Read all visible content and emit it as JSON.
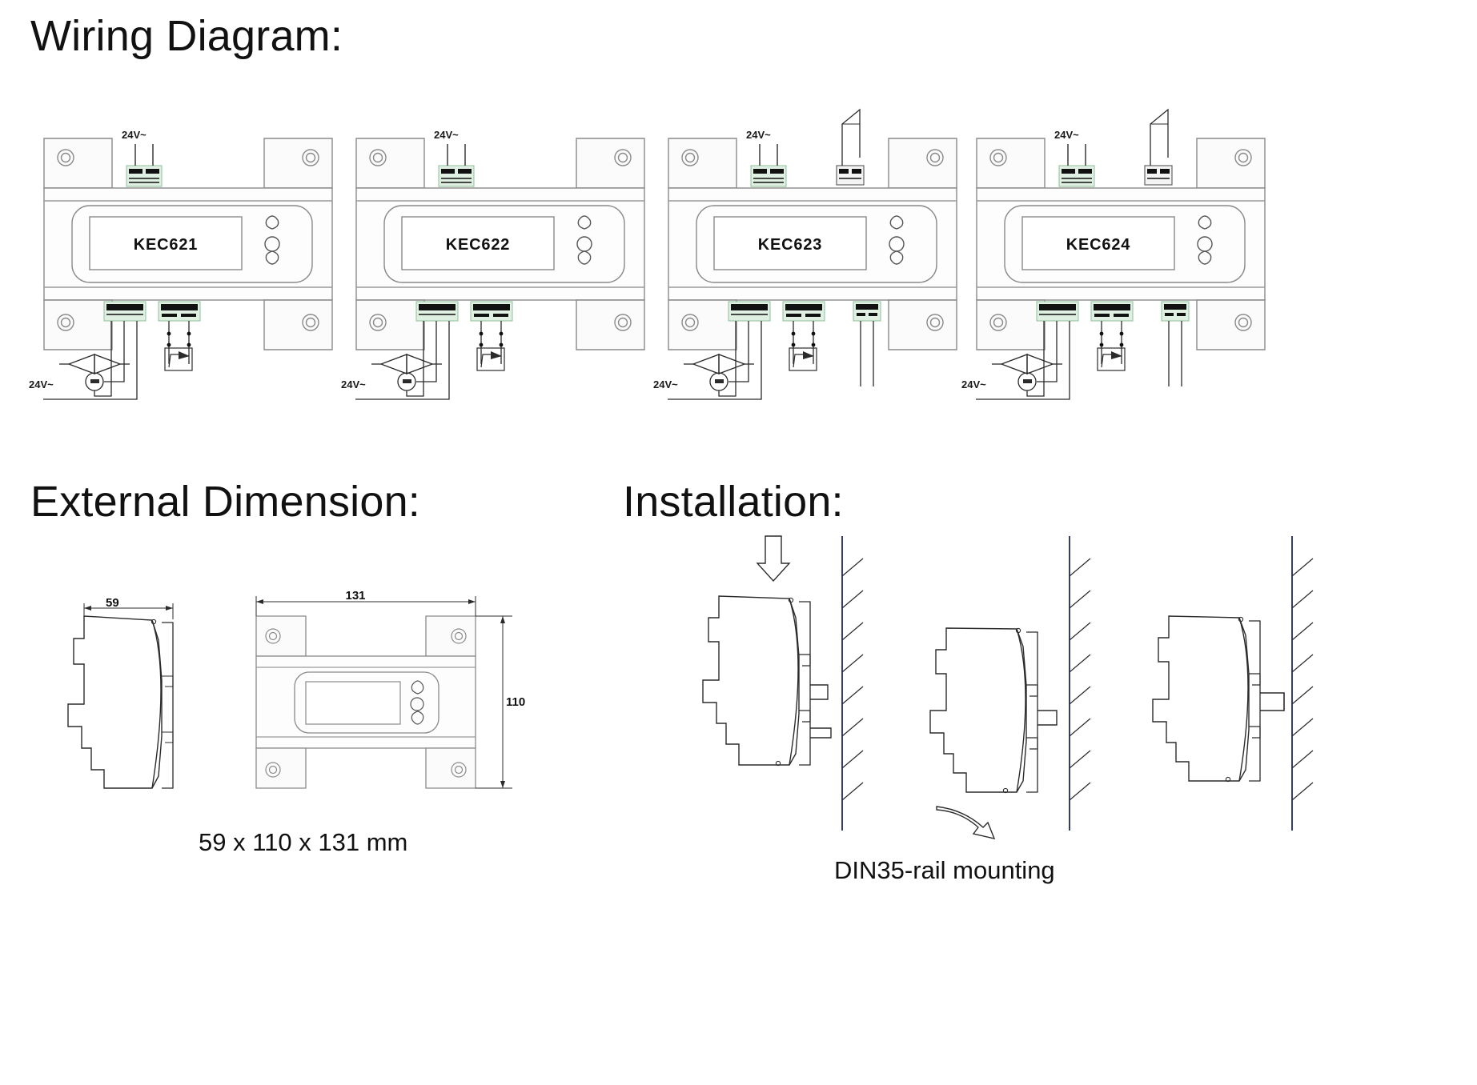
{
  "headings": {
    "wiring": "Wiring Diagram:",
    "dimension": "External Dimension:",
    "installation": "Installation:"
  },
  "captions": {
    "dimension": "59 x 110 x 131 mm",
    "installation": "DIN35-rail mounting"
  },
  "wiring": {
    "modules": [
      {
        "display_label": "KEC621",
        "top_supply_label": "24V~",
        "bottom_supply_label": "24V~",
        "has_top_right_connector": false,
        "has_bottom_right_connector": false
      },
      {
        "display_label": "KEC622",
        "top_supply_label": "24V~",
        "bottom_supply_label": "24V~",
        "has_top_right_connector": false,
        "has_bottom_right_connector": false
      },
      {
        "display_label": "KEC623",
        "top_supply_label": "24V~",
        "bottom_supply_label": "24V~",
        "has_top_right_connector": true,
        "has_bottom_right_connector": true
      },
      {
        "display_label": "KEC624",
        "top_supply_label": "24V~",
        "bottom_supply_label": "24V~",
        "has_top_right_connector": true,
        "has_bottom_right_connector": true
      }
    ]
  },
  "dimensions": {
    "side_view_width": "59",
    "front_view_width": "131",
    "front_view_height": "110",
    "unit": "mm"
  },
  "colors": {
    "line": "#2b2b2b",
    "light_line": "#8a8a8a",
    "terminal_body": "#dff0e2",
    "terminal_dark": "#111111",
    "text": "#111111",
    "background": "#ffffff"
  }
}
